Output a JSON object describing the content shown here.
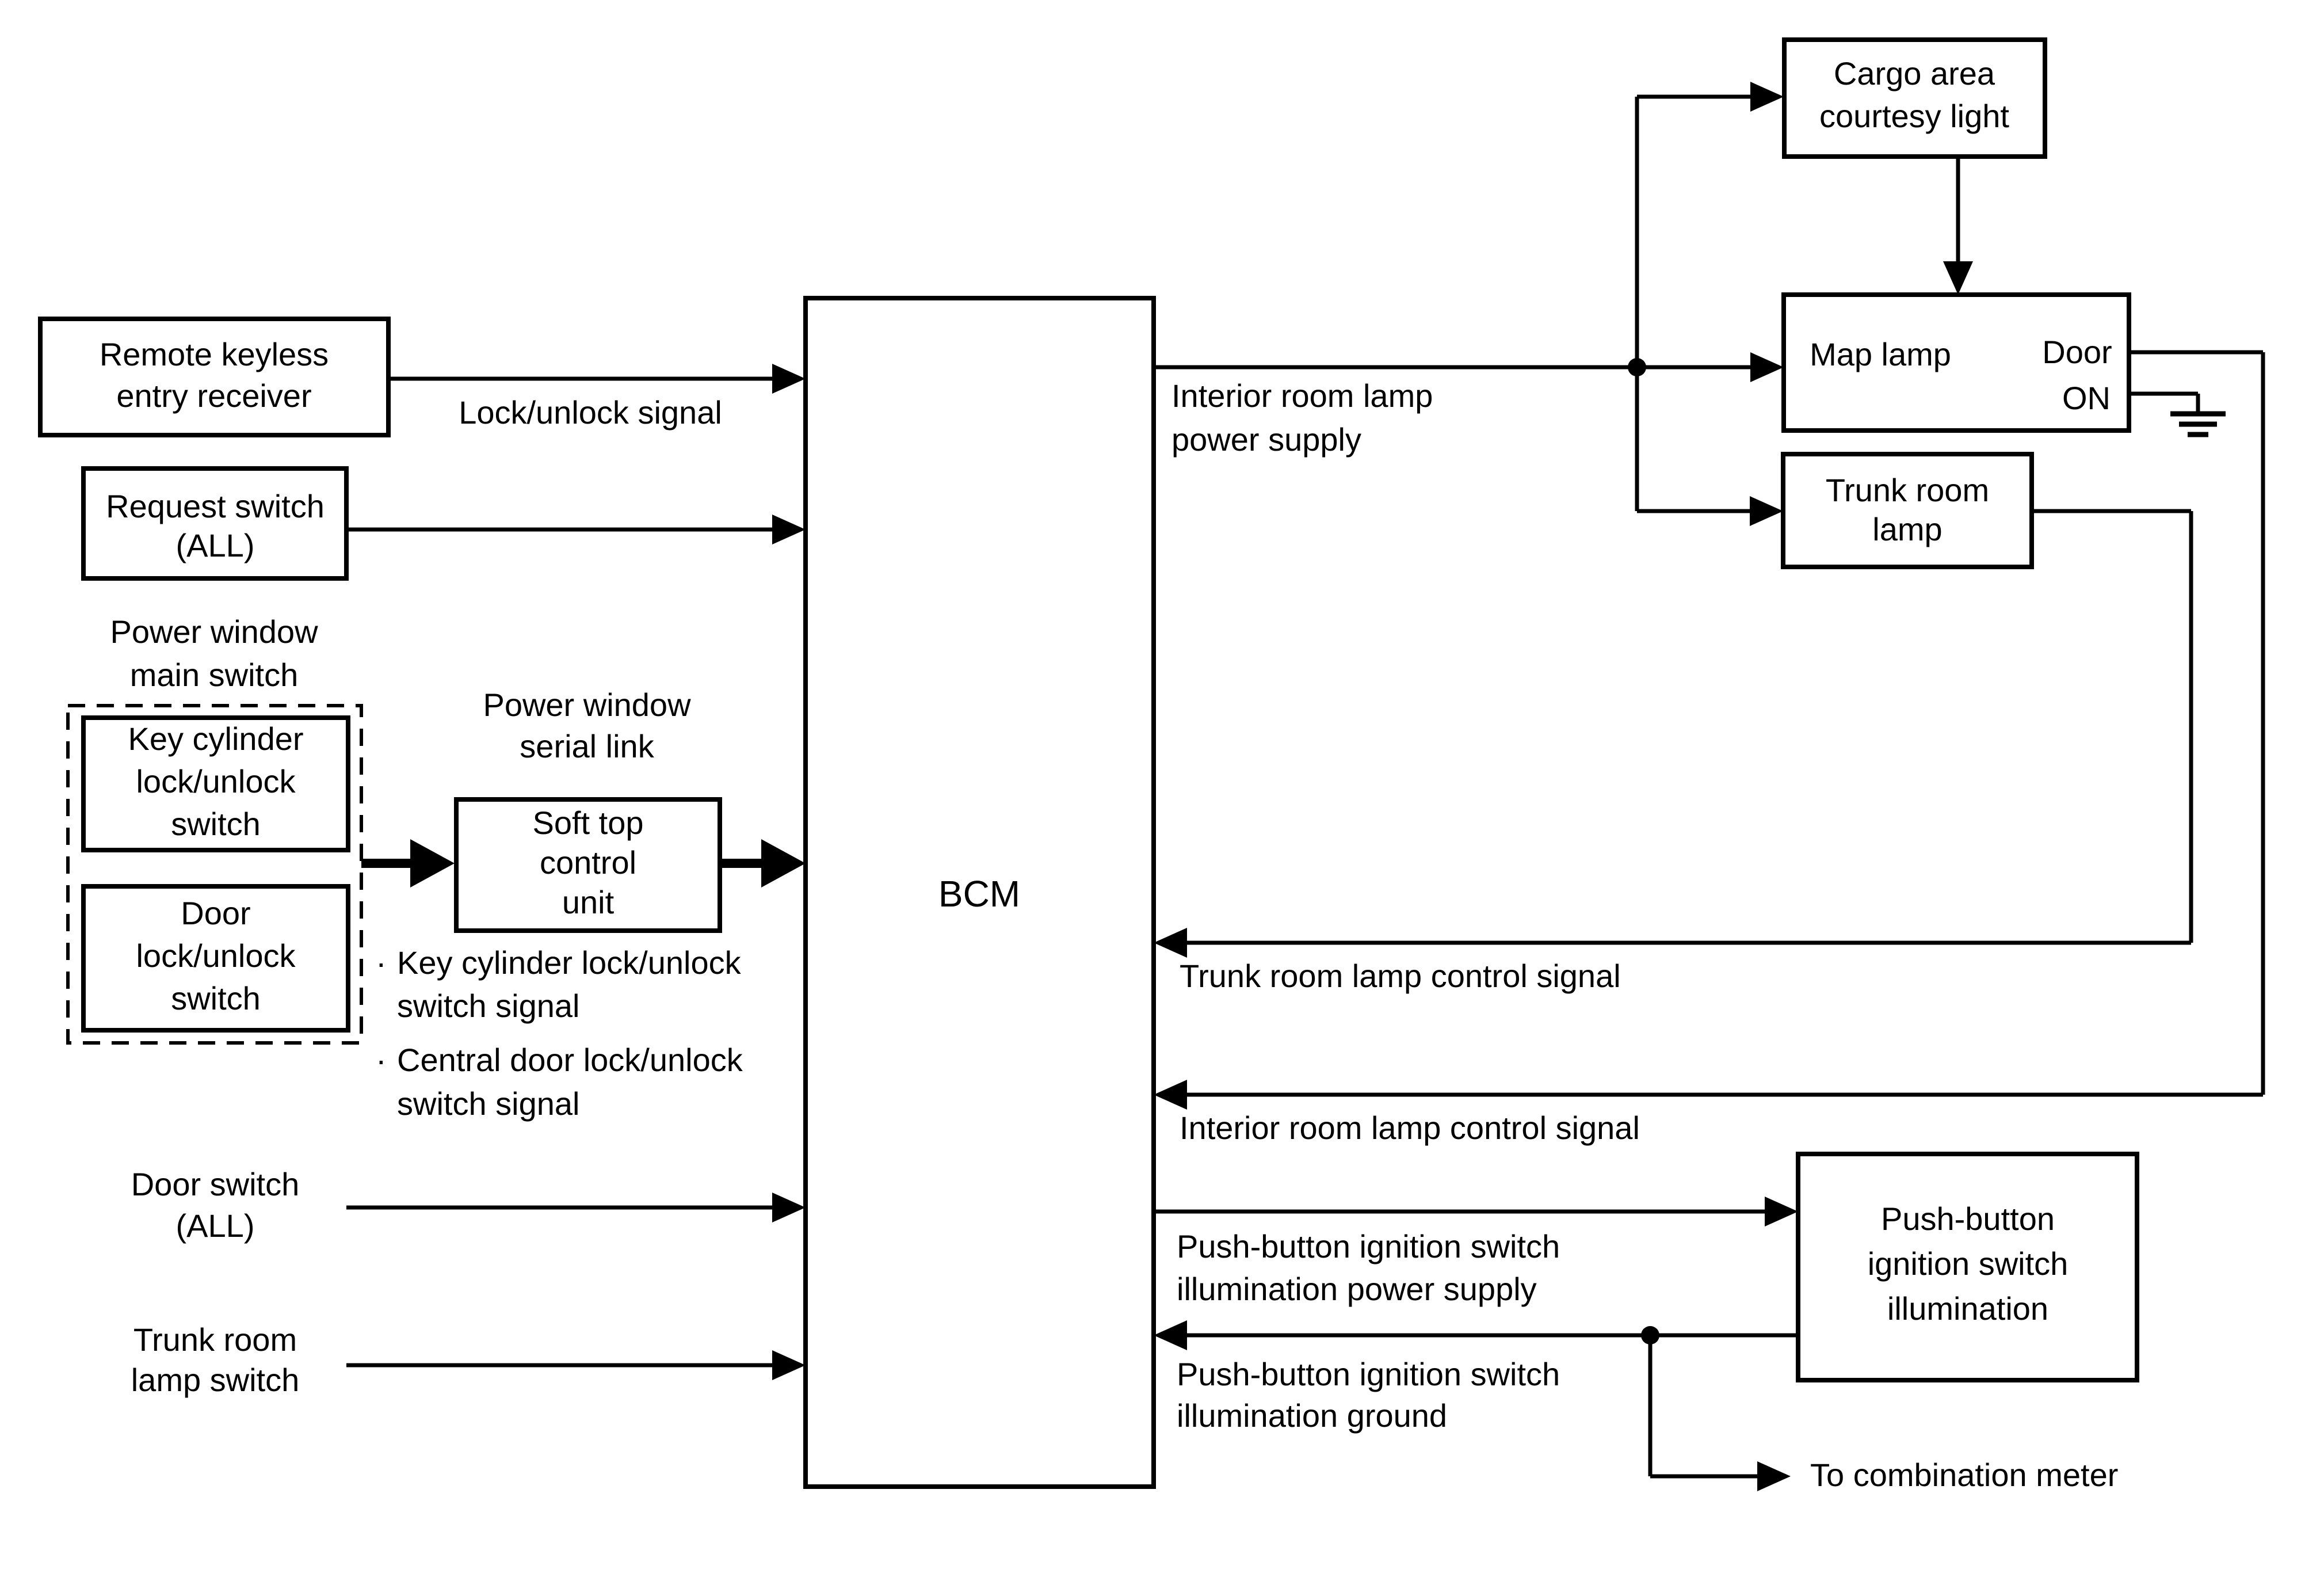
{
  "nodes": {
    "remote_keyless_receiver": {
      "lines": [
        "Remote keyless",
        "entry receiver"
      ]
    },
    "request_switch": {
      "lines": [
        "Request switch",
        "(ALL)"
      ]
    },
    "power_window_main_switch": {
      "lines": [
        "Power window",
        "main switch"
      ]
    },
    "key_cylinder_switch": {
      "lines": [
        "Key cylinder",
        "lock/unlock",
        "switch"
      ]
    },
    "door_lock_switch": {
      "lines": [
        "Door",
        "lock/unlock",
        "switch"
      ]
    },
    "power_window_serial_link": {
      "lines": [
        "Power window",
        "serial link"
      ]
    },
    "soft_top_control_unit": {
      "lines": [
        "Soft top",
        "control",
        "unit"
      ]
    },
    "bcm": {
      "label": "BCM"
    },
    "door_switch": {
      "lines": [
        "Door switch",
        "(ALL)"
      ]
    },
    "trunk_room_lamp_switch": {
      "lines": [
        "Trunk room",
        "lamp switch"
      ]
    },
    "cargo_area_courtesy_light": {
      "lines": [
        "Cargo area",
        "courtesy light"
      ]
    },
    "map_lamp": {
      "label": "Map lamp",
      "door_on": [
        "Door",
        "ON"
      ]
    },
    "trunk_room_lamp": {
      "lines": [
        "Trunk room",
        "lamp"
      ]
    },
    "push_button_ignition_switch_illumination": {
      "lines": [
        "Push-button",
        "ignition switch",
        "illumination"
      ]
    }
  },
  "signals": {
    "lock_unlock": {
      "text": "Lock/unlock signal"
    },
    "interior_room_lamp_power_supply": {
      "lines": [
        "Interior room lamp",
        "power supply"
      ]
    },
    "trunk_room_lamp_control": {
      "text": "Trunk room lamp control signal"
    },
    "interior_room_lamp_control": {
      "text": "Interior room lamp control signal"
    },
    "push_button_illumination_power_supply": {
      "lines": [
        "Push-button ignition switch",
        "illumination power supply"
      ]
    },
    "push_button_illumination_ground": {
      "lines": [
        "Push-button ignition switch",
        "illumination ground"
      ]
    },
    "to_combination_meter": {
      "text": "To combination meter"
    }
  },
  "notes": {
    "bullet": "·",
    "items": [
      {
        "lines": [
          "Key cylinder lock/unlock",
          "switch signal"
        ]
      },
      {
        "lines": [
          "Central door lock/unlock",
          "switch signal"
        ]
      }
    ]
  },
  "colors": {
    "ink": "#000000",
    "paper": "#ffffff"
  }
}
